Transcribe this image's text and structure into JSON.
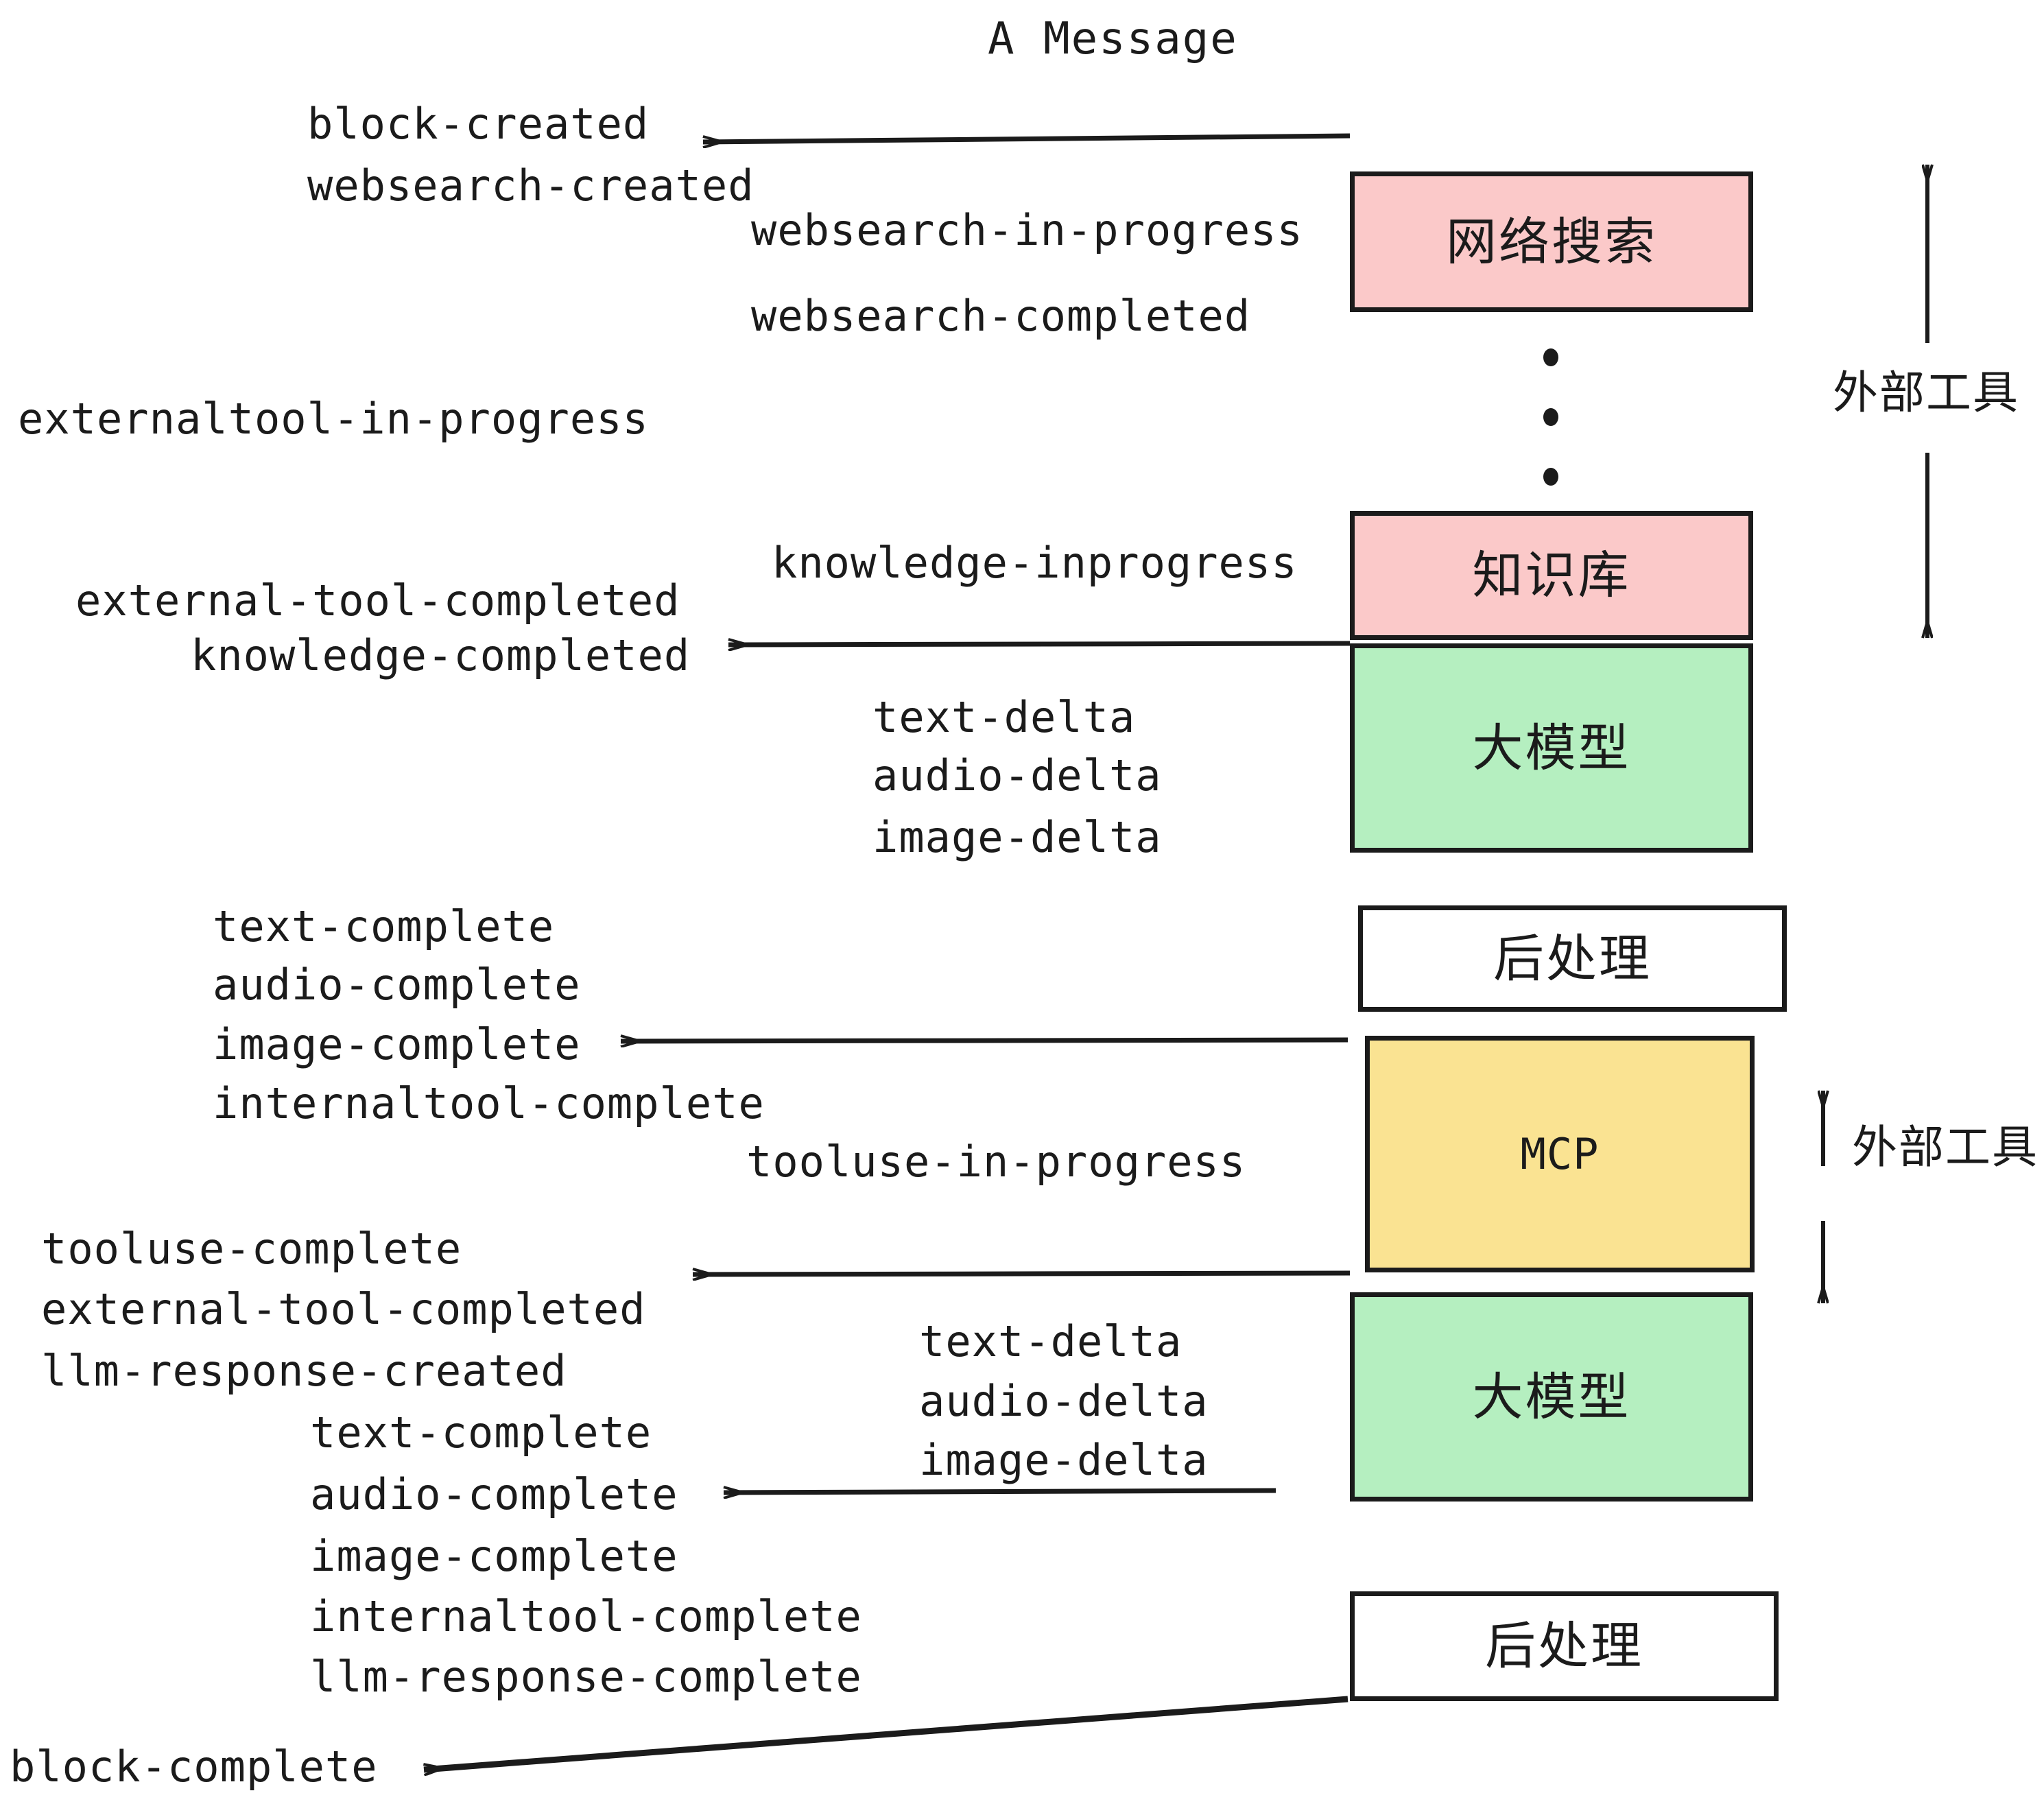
{
  "diagram": {
    "title": "A Message",
    "colors": {
      "pink": "#FBC9C9",
      "green": "#B5EFC0",
      "yellow": "#FAE392",
      "white": "#FFFFFF",
      "stroke": "#1B1B1B",
      "text": "#1B1B1B",
      "background": "#FFFFFF"
    },
    "nodes": [
      {
        "id": "websearch",
        "label": "网络搜索",
        "fill": "#FBC9C9",
        "script": "cn"
      },
      {
        "id": "knowledge",
        "label": "知识库",
        "fill": "#FBC9C9",
        "script": "cn"
      },
      {
        "id": "llm-1",
        "label": "大模型",
        "fill": "#B5EFC0",
        "script": "cn"
      },
      {
        "id": "postproc-1",
        "label": "后处理",
        "fill": "#FFFFFF",
        "script": "cn"
      },
      {
        "id": "mcp",
        "label": "MCP",
        "fill": "#FAE392",
        "script": "en"
      },
      {
        "id": "llm-2",
        "label": "大模型",
        "fill": "#B5EFC0",
        "script": "cn"
      },
      {
        "id": "postproc-2",
        "label": "后处理",
        "fill": "#FFFFFF",
        "script": "cn"
      }
    ],
    "group_labels": [
      {
        "id": "external-tools-top",
        "label": "外部工具"
      },
      {
        "id": "external-tools-bottom",
        "label": "外部工具"
      }
    ],
    "events": [
      {
        "id": "block-created",
        "text": "block-created"
      },
      {
        "id": "websearch-created",
        "text": "websearch-created"
      },
      {
        "id": "websearch-in-progress",
        "text": "websearch-in-progress"
      },
      {
        "id": "websearch-completed",
        "text": "websearch-completed"
      },
      {
        "id": "externaltool-in-progress",
        "text": "externaltool-in-progress"
      },
      {
        "id": "knowledge-inprogress",
        "text": "knowledge-inprogress"
      },
      {
        "id": "external-tool-completed-1",
        "text": "external-tool-completed"
      },
      {
        "id": "knowledge-completed",
        "text": "knowledge-completed"
      },
      {
        "id": "text-delta-1",
        "text": "text-delta"
      },
      {
        "id": "audio-delta-1",
        "text": "audio-delta"
      },
      {
        "id": "image-delta-1",
        "text": "image-delta"
      },
      {
        "id": "text-complete-1",
        "text": "text-complete"
      },
      {
        "id": "audio-complete-1",
        "text": "audio-complete"
      },
      {
        "id": "image-complete-1",
        "text": "image-complete"
      },
      {
        "id": "internaltool-complete-1",
        "text": "internaltool-complete"
      },
      {
        "id": "tooluse-in-progress",
        "text": "tooluse-in-progress"
      },
      {
        "id": "tooluse-complete",
        "text": "tooluse-complete"
      },
      {
        "id": "external-tool-completed-2",
        "text": "external-tool-completed"
      },
      {
        "id": "llm-response-created",
        "text": "llm-response-created"
      },
      {
        "id": "text-delta-2",
        "text": "text-delta"
      },
      {
        "id": "audio-delta-2",
        "text": "audio-delta"
      },
      {
        "id": "image-delta-2",
        "text": "image-delta"
      },
      {
        "id": "text-complete-2",
        "text": "text-complete"
      },
      {
        "id": "audio-complete-2",
        "text": "audio-complete"
      },
      {
        "id": "image-complete-2",
        "text": "image-complete"
      },
      {
        "id": "internaltool-complete-2",
        "text": "internaltool-complete"
      },
      {
        "id": "llm-response-complete",
        "text": "llm-response-complete"
      },
      {
        "id": "block-complete",
        "text": "block-complete"
      }
    ],
    "ellipsis": {
      "id": "vertical-ellipsis",
      "dots": 3
    }
  }
}
